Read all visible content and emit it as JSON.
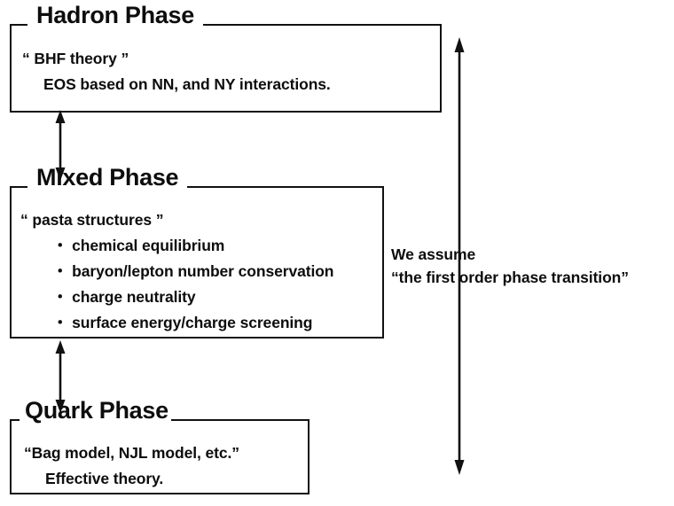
{
  "diagram": {
    "boxes": [
      {
        "id": "hadron",
        "title": "Hadron Phase",
        "lines": [
          {
            "text": "“ BHF theory ”",
            "style": "plain"
          },
          {
            "text": "EOS based on NN, and NY interactions.",
            "style": "indent"
          }
        ]
      },
      {
        "id": "mixed",
        "title": "Mixed Phase",
        "lines": [
          {
            "text": "“ pasta structures ”",
            "style": "plain"
          },
          {
            "text": "・ chemical equilibrium",
            "style": "bullet"
          },
          {
            "text": "・ baryon/lepton number conservation",
            "style": "bullet"
          },
          {
            "text": "・ charge neutrality",
            "style": "bullet"
          },
          {
            "text": "・ surface energy/charge screening",
            "style": "bullet"
          }
        ]
      },
      {
        "id": "quark",
        "title": "Quark Phase",
        "lines": [
          {
            "text": "“Bag model, NJL model, etc.”",
            "style": "plain"
          },
          {
            "text": "Effective theory.",
            "style": "indent"
          }
        ]
      }
    ],
    "annotation": {
      "line1": "We assume",
      "line2": "“the first order phase transition”"
    },
    "arrows": {
      "hadron_mixed": "double-headed-vertical",
      "mixed_quark": "double-headed-vertical",
      "transition_span": "double-headed-vertical"
    },
    "colors": {
      "ink": "#0d0d0d",
      "border": "#111111",
      "background": "#ffffff"
    }
  }
}
